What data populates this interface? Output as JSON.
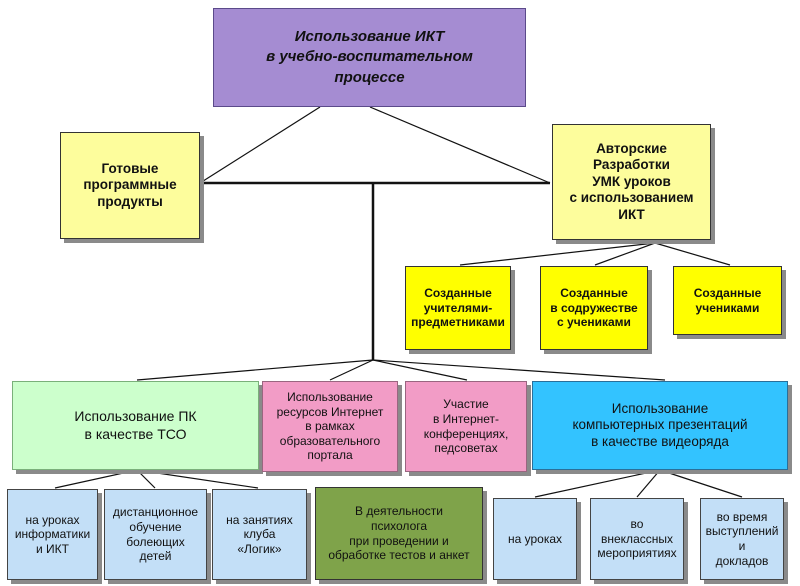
{
  "root": {
    "text": "Использование ИКТ\nв учебно-воспитательном\nпроцессе"
  },
  "ready_products": {
    "text": "Готовые\nпрограммные\nпродукты"
  },
  "author_dev": {
    "text": "Авторские\nРазработки\nУМК уроков\nс использованием\nИКТ"
  },
  "created": [
    {
      "text": "Созданные\nучителями-\nпредметниками"
    },
    {
      "text": "Созданные\nв содружестве\nс учениками"
    },
    {
      "text": "Созданные\nучениками"
    }
  ],
  "pc_tso": {
    "text": "Использование ПК\nв качестве ТСО"
  },
  "internet_resources": {
    "text": "Использование\nресурсов Интернет\nв рамках\nобразовательного\nпортала"
  },
  "internet_conf": {
    "text": "Участие\nв Интернет-\nконференциях,\nпедсоветах"
  },
  "presentations": {
    "text": "Использование\nкомпьютерных презентаций\nв качестве видеоряда"
  },
  "pc_sub": [
    {
      "text": "на уроках\nинформатики\nи ИКТ"
    },
    {
      "text": "дистанционное\nобучение\nболеющих\nдетей"
    },
    {
      "text": "на занятиях\nклуба\n«Логик»"
    }
  ],
  "psychologist": {
    "text": "В деятельности\nпсихолога\nпри проведении и\nобработке тестов и анкет"
  },
  "pres_sub": [
    {
      "text": "на уроках"
    },
    {
      "text": "во\nвнеклассных\nмероприятиях"
    },
    {
      "text": "во время\nвыступлений\nи\nдокладов"
    }
  ]
}
